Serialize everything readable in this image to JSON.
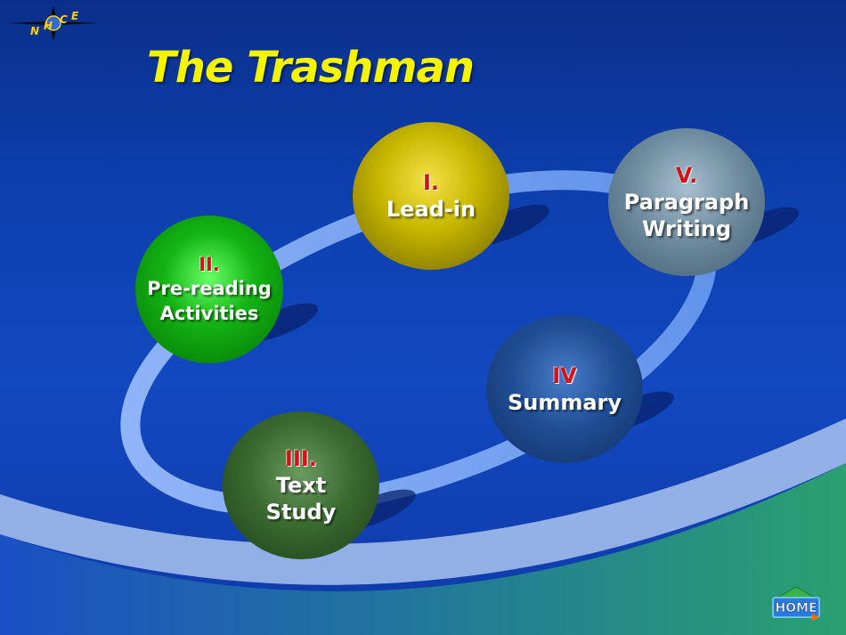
{
  "slide": {
    "title": "The Trashman"
  },
  "logo": {
    "letters": [
      "N",
      "H",
      "C",
      "E"
    ]
  },
  "spheres": [
    {
      "numeral": "I.",
      "label": "Lead-in",
      "color": "#c8b800"
    },
    {
      "numeral": "II.",
      "label": "Pre-reading Activities",
      "lines": [
        "Pre-reading",
        "Activities"
      ],
      "color": "#14b414"
    },
    {
      "numeral": "III.",
      "label": "Text Study",
      "lines": [
        "Text",
        "Study"
      ],
      "color": "#3a6a30"
    },
    {
      "numeral": "IV",
      "label": "Summary",
      "color": "#1f4e96"
    },
    {
      "numeral": "V.",
      "label": "Paragraph Writing",
      "lines": [
        "Paragraph",
        "Writing"
      ],
      "color": "#6f8ca0"
    }
  ],
  "home_button": {
    "label": "HOME"
  },
  "colors": {
    "title": "#f4f400",
    "numeral": "#d0141a",
    "background": "#0d3fae",
    "bottom_band": "#2aa070"
  }
}
